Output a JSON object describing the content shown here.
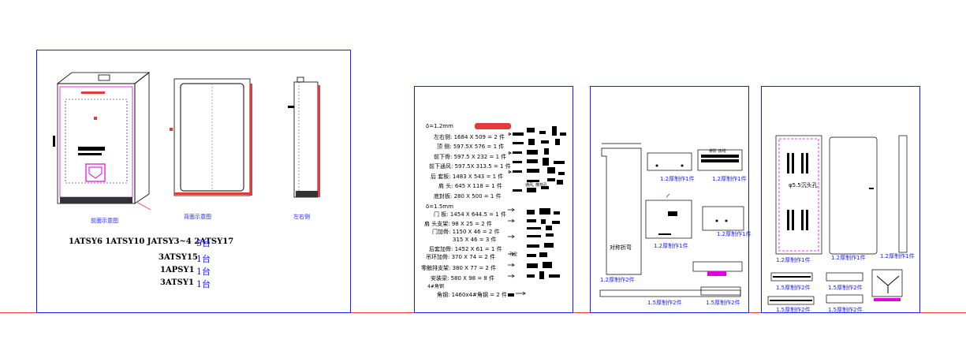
{
  "views": {
    "front": "前面示意图",
    "back": "背面示意图",
    "left": "左右侧"
  },
  "quantities": [
    {
      "models": "1ATSY6 1ATSY10 JATSY3~4 2ATSY17",
      "count": "5台"
    },
    {
      "models": "3ATSY15",
      "count": "1台"
    },
    {
      "models": "1APSY1",
      "count": "1台"
    },
    {
      "models": "3ATSY1",
      "count": "1台"
    }
  ],
  "parts": {
    "group1_title": "δ=1.2mm",
    "group2_title": "δ=1.5mm",
    "rows": [
      {
        "name": "左右侧",
        "dims": "1684 X 509",
        "qty": "= 2 件"
      },
      {
        "name": "顶 侧",
        "dims": "597.5X 576",
        "qty": "= 1 件"
      },
      {
        "name": "前下骨",
        "dims": "597.5 X 232",
        "qty": "= 1 件"
      },
      {
        "name": "前下通风",
        "dims": "597.5X 313.5",
        "qty": "= 1 件"
      },
      {
        "name": "后 套板",
        "dims": "1483 X 543",
        "qty": "= 1 件"
      },
      {
        "name": "肩 头",
        "dims": "645 X 118",
        "qty": "= 1 件"
      },
      {
        "name": "底封板",
        "dims": "280 X 500",
        "qty": "= 1 件"
      },
      {
        "name": "门 板",
        "dims": "1454 X 644.5",
        "qty": "= 1 件"
      },
      {
        "name": "肩 头支架",
        "dims": "98 X 25",
        "qty": "= 2 件"
      },
      {
        "name": "门加骨",
        "dims": "1150 X 46",
        "qty": "= 2 件"
      },
      {
        "name": "",
        "dims": "315 X 46",
        "qty": "= 3 件"
      },
      {
        "name": "后套加骨",
        "dims": "1452 X 61",
        "qty": "= 1 件"
      },
      {
        "name": "吊环加骨",
        "dims": "370 X 74",
        "qty": "= 2 件"
      },
      {
        "name": "零触排支架",
        "dims": "380 X 77",
        "qty": "= 2 件"
      },
      {
        "name": "安装梁",
        "dims": "580 X 98",
        "qty": "= 8 件"
      }
    ],
    "angle_label": "4#角钢",
    "angle_row": {
      "name": "角钢",
      "dims": "1460x4#角钢",
      "qty": "= 2 件"
    },
    "note_vent": "通风, 散热孔",
    "note_slot": "孔型"
  },
  "sheet3": {
    "label_center": "对称折弯",
    "captions": [
      "1.2厚制作1件",
      "1.2厚制作1件",
      "1.2厚制作1件",
      "1.2厚制作1件",
      "1.2厚制作2件",
      "1.5厚制作2件",
      "1.5厚制作2件"
    ],
    "vent_label": "排阶 出线"
  },
  "sheet4": {
    "hole_label": "φ5.5沉头孔",
    "captions": [
      "1.2厚制作1件",
      "1.2厚制作1件",
      "1.2厚制作1件",
      "1.5厚制作2件",
      "1.5厚制作2件",
      "1.5厚制作2件",
      "1.5厚制作2件"
    ]
  }
}
